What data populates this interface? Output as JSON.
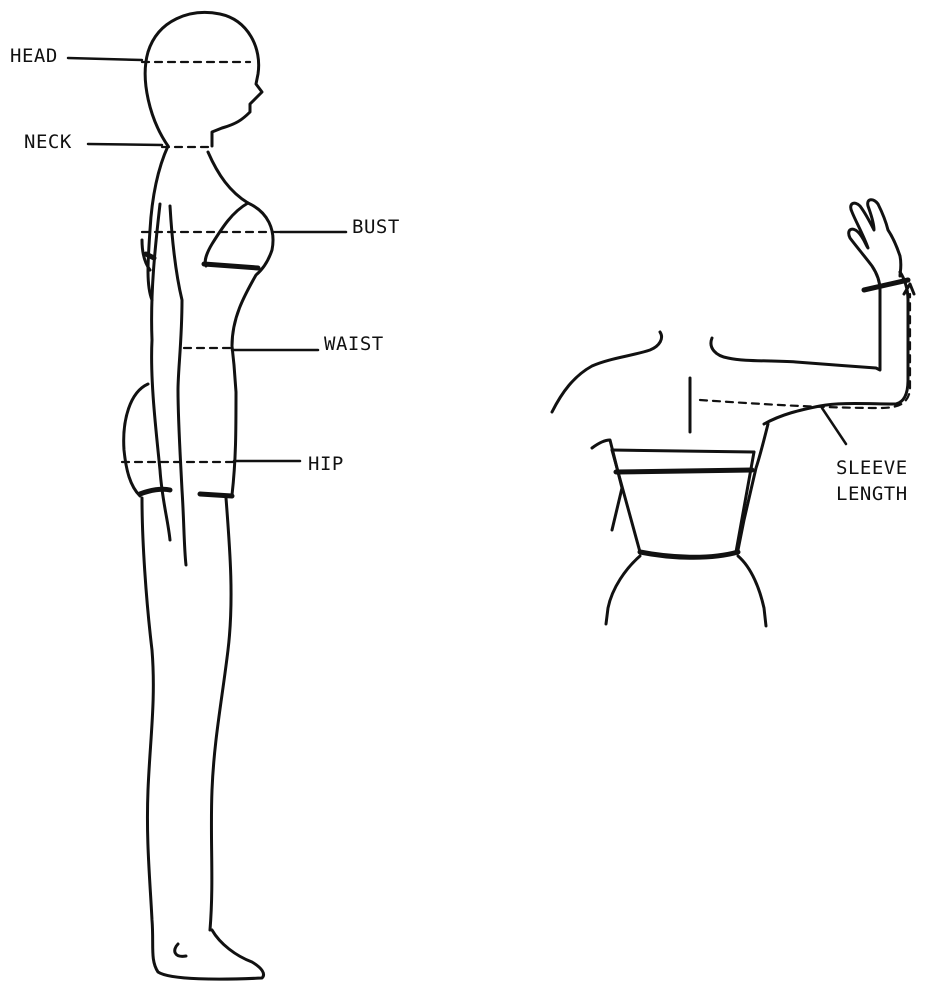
{
  "labels": {
    "head": "HEAD",
    "neck": "NECK",
    "bust": "BUST",
    "waist": "WAIST",
    "hip": "HIP",
    "sleeve_line1": "SLEEVE",
    "sleeve_line2": "LENGTH"
  },
  "colors": {
    "ink": "#111111",
    "paper": "#ffffff"
  }
}
